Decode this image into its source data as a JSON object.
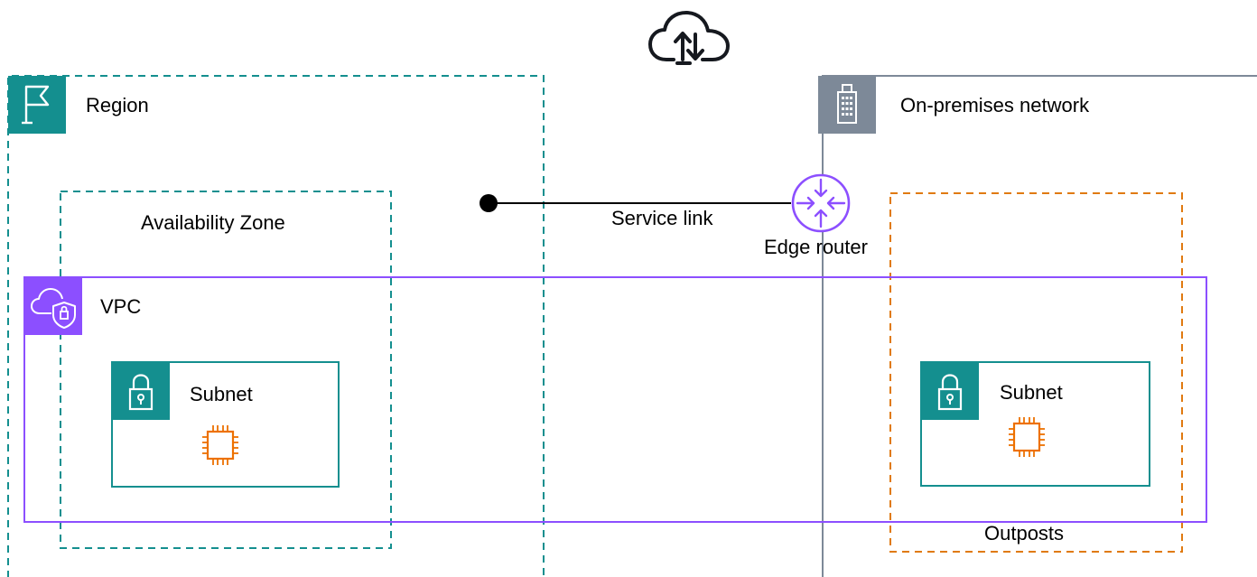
{
  "diagram": {
    "internet_icon": "cloud-upload-download-icon",
    "region": {
      "label": "Region",
      "icon": "flag-icon",
      "color": "#148f8f"
    },
    "availability_zone": {
      "label": "Availability Zone",
      "color": "#148f8f"
    },
    "on_premises": {
      "label": "On-premises network",
      "icon": "building-icon",
      "color": "#7d8998"
    },
    "vpc": {
      "label": "VPC",
      "icon": "cloud-shield-icon",
      "color": "#8c4fff"
    },
    "subnets": [
      {
        "label": "Subnet",
        "icon": "padlock-icon",
        "color": "#148f8f",
        "resource_icon": "ec2-instance-chip-icon"
      },
      {
        "label": "Subnet",
        "icon": "padlock-icon",
        "color": "#148f8f",
        "resource_icon": "ec2-instance-chip-icon"
      }
    ],
    "outposts": {
      "label": "Outposts",
      "color": "#e07a10"
    },
    "service_link": {
      "label": "Service link"
    },
    "edge_router": {
      "label": "Edge router",
      "icon": "router-icon",
      "color": "#8c4fff"
    },
    "chip_color": "#ed7100"
  }
}
